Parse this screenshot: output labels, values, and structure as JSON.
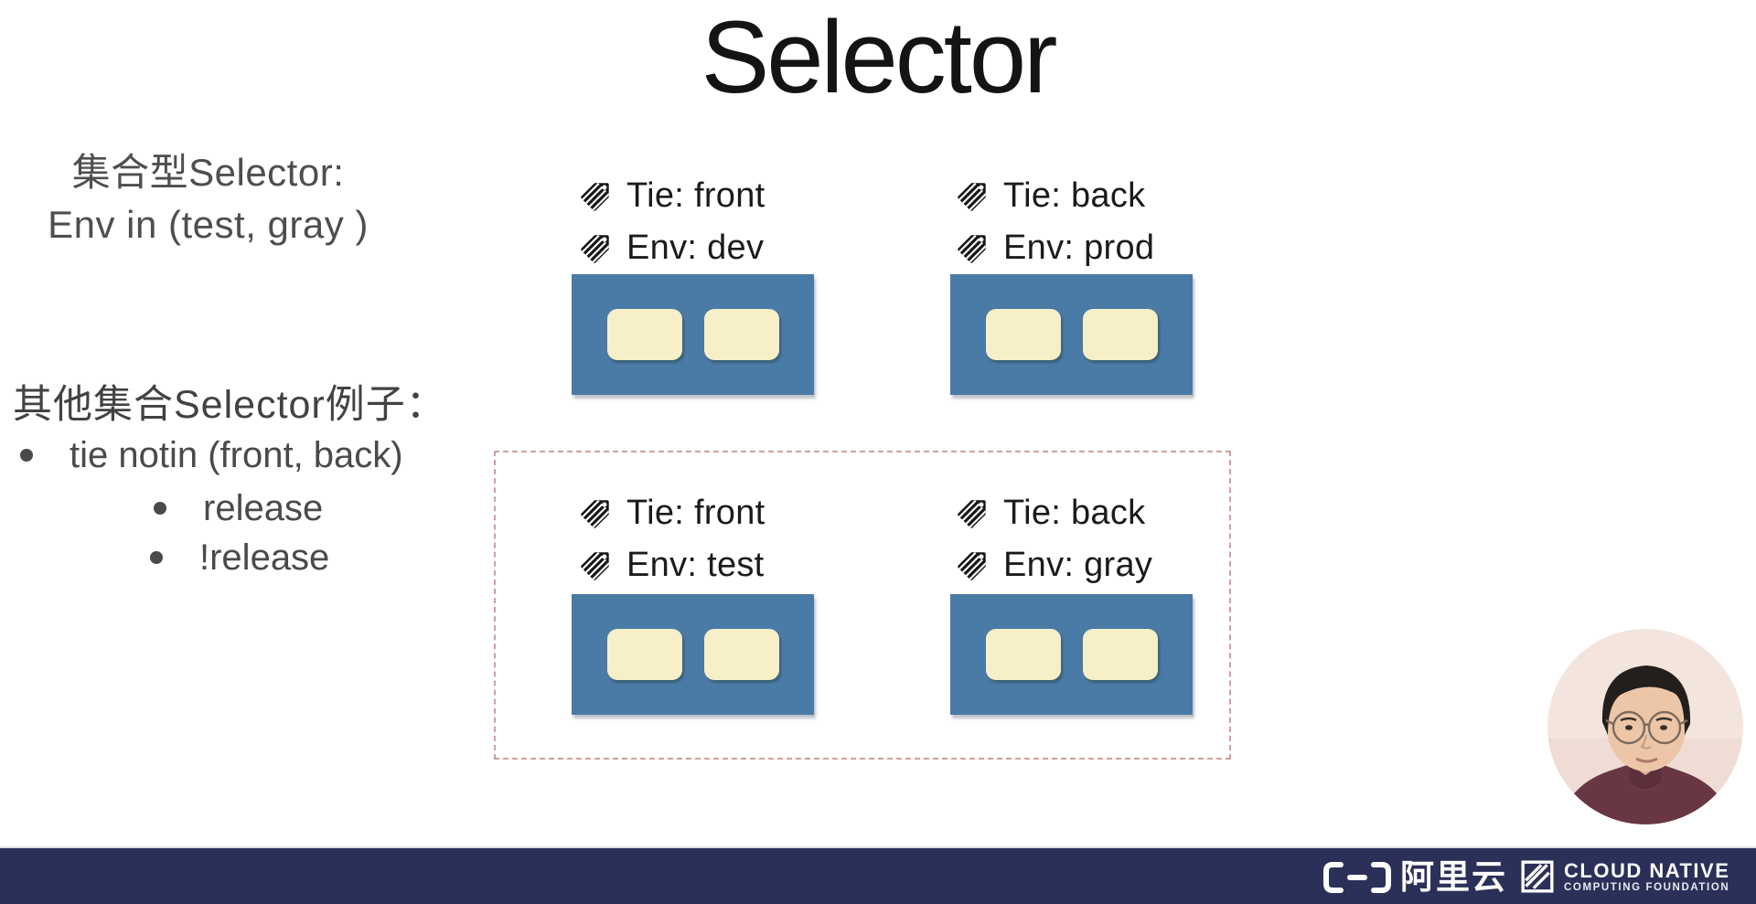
{
  "title": "Selector",
  "left_panel": {
    "set_selector_heading": "集合型Selector:",
    "set_selector_expression": "Env in (test, gray )",
    "other_examples_heading": "其他集合Selector例子：",
    "bullets": [
      "tie notin (front, back)",
      "release",
      "!release"
    ]
  },
  "pods": [
    {
      "labels": [
        "Tie: front",
        "Env: dev"
      ]
    },
    {
      "labels": [
        "Tie: back",
        "Env: prod"
      ]
    },
    {
      "labels": [
        "Tie: front",
        "Env: test"
      ]
    },
    {
      "labels": [
        "Tie: back",
        "Env: gray"
      ]
    }
  ],
  "icons": {
    "pod_label": "tag-icon",
    "webcam": "presenter-avatar",
    "footer_left": "alibaba-cloud-logo",
    "footer_right": "cncf-logo"
  },
  "colors": {
    "pod_blue": "#4a7aa6",
    "container_cream": "#f6efc7",
    "selection_dash_pink": "#cf9f9f",
    "footer_navy": "#2b3058",
    "body_text_gray": "#4a4a4a",
    "label_text_black": "#1b1b1b"
  },
  "footer": {
    "alibaba_text": "阿里云",
    "cncf_line1": "CLOUD NATIVE",
    "cncf_line2": "COMPUTING FOUNDATION"
  }
}
